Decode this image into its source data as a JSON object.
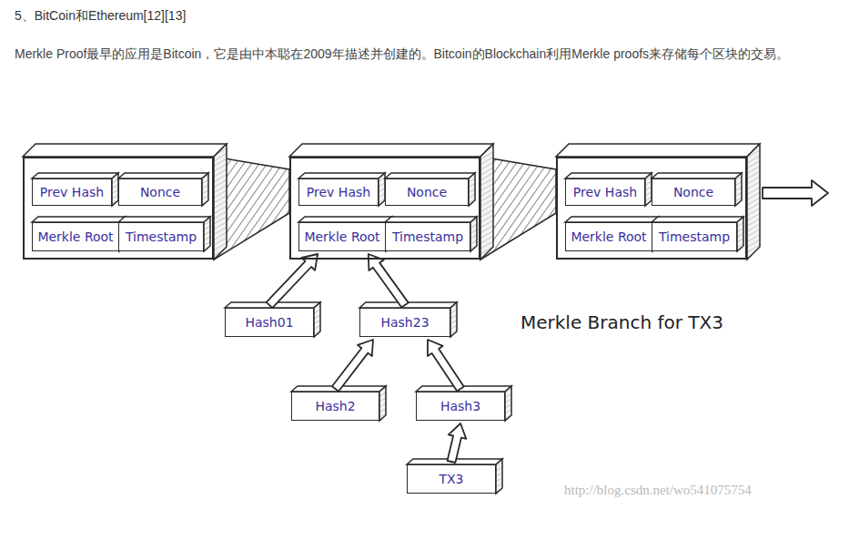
{
  "diagram": {
    "title": "5、BitCoin和Ethereum[12][13]",
    "nodes": [
      {
        "text": []
      },
      {
        "text": [
          "Prev Hash"
        ],
        "in": 0
      },
      {
        "text": [
          "Nonce"
        ],
        "in": 0
      },
      {
        "text": [
          "Merkle Root"
        ],
        "in": 0
      },
      {
        "text": [
          "Timestamp"
        ],
        "in": 0
      },
      {
        "text": []
      },
      {
        "text": [
          "Prev Hash"
        ],
        "in": 5
      },
      {
        "text": [
          "Nonce"
        ],
        "in": 5
      },
      {
        "text": [
          "Merkle Root"
        ],
        "in": 5
      },
      {
        "text": [
          "Timestamp"
        ],
        "in": 5
      },
      {
        "text": []
      },
      {
        "text": [
          "Prev Hash"
        ],
        "in": 10
      },
      {
        "text": [
          "Nonce"
        ],
        "in": 10
      },
      {
        "text": [
          "Merkle Root"
        ],
        "in": 10
      },
      {
        "text": [
          "Timestamp"
        ],
        "in": 10
      },
      {
        "text": [
          "Hash01"
        ]
      },
      {
        "text": [
          "Hash23"
        ]
      },
      {
        "text": [
          "Hash2"
        ]
      },
      {
        "text": [
          "Hash3"
        ]
      },
      {
        "text": [
          "TX3"
        ]
      }
    ],
    "edges": [
      {
        "from": 15,
        "to": 8,
        "arrow": "to"
      },
      {
        "from": 16,
        "to": 8,
        "arrow": "to"
      },
      {
        "from": 17,
        "to": 16,
        "arrow": "to"
      },
      {
        "from": 18,
        "to": 16,
        "arrow": "to"
      },
      {
        "from": 19,
        "to": 18,
        "arrow": "to"
      },
      {
        "from": 0,
        "to": 5,
        "arrow": "none"
      },
      {
        "from": 5,
        "to": 10,
        "arrow": "none"
      }
    ],
    "labels": [
      "Merkle Proof最早的应用是Bitcoin，它是由中本聪在2009年描述并创建的。Bitcoin的Blockchain利用Merkle proofs来存储每个区块的交易。",
      "Merkle Branch for TX3",
      "http://blog.csdn.net/wo541075754"
    ]
  }
}
